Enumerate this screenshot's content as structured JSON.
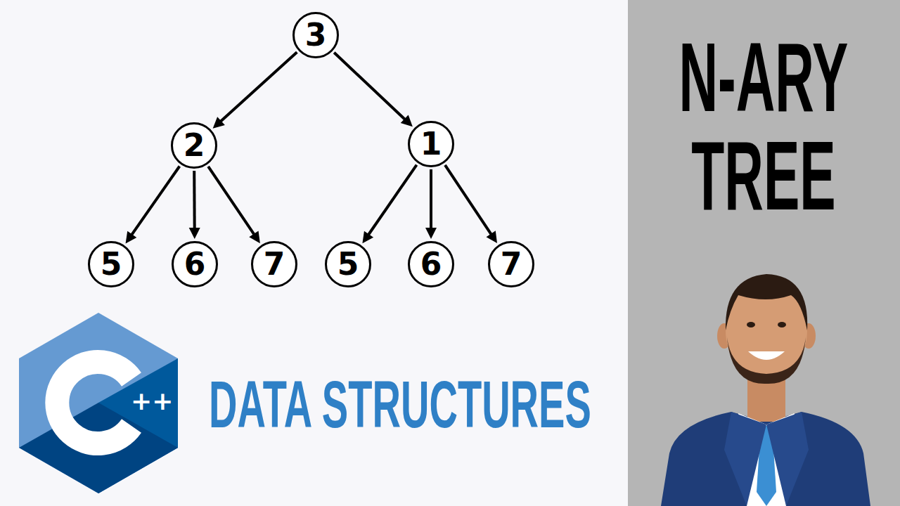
{
  "diagram": {
    "title": "N-ARY TREE",
    "nodes": [
      {
        "text": [
          "3"
        ]
      },
      {
        "text": [
          "2"
        ]
      },
      {
        "text": [
          "1"
        ]
      },
      {
        "text": [
          "5"
        ]
      },
      {
        "text": [
          "6"
        ]
      },
      {
        "text": [
          "7"
        ]
      },
      {
        "text": [
          "5"
        ]
      },
      {
        "text": [
          "6"
        ]
      },
      {
        "text": [
          "7"
        ]
      }
    ],
    "edges": [
      {
        "from": 0,
        "to": 1,
        "arrow": "to"
      },
      {
        "from": 0,
        "to": 2,
        "arrow": "to"
      },
      {
        "from": 1,
        "to": 3,
        "arrow": "to"
      },
      {
        "from": 1,
        "to": 4,
        "arrow": "to"
      },
      {
        "from": 1,
        "to": 5,
        "arrow": "to"
      },
      {
        "from": 2,
        "to": 6,
        "arrow": "to"
      },
      {
        "from": 2,
        "to": 7,
        "arrow": "to"
      },
      {
        "from": 2,
        "to": 8,
        "arrow": "to"
      }
    ],
    "labels": [
      "++",
      "DATA STRUCTURES"
    ]
  }
}
